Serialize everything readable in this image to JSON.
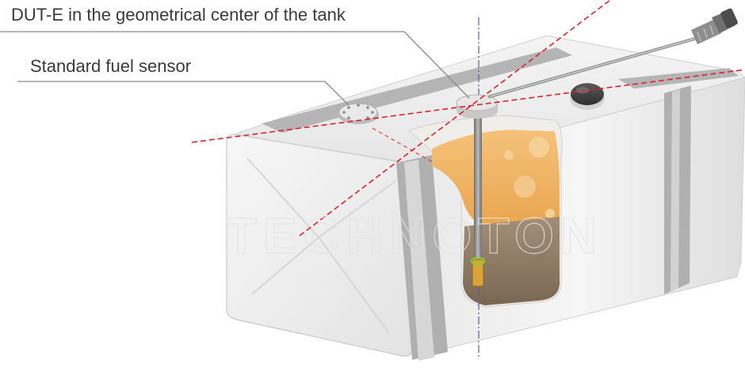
{
  "labels": {
    "dut_e": "DUT-E in the geometrical center of the tank",
    "standard_sensor": "Standard fuel sensor"
  },
  "watermark": "TECHNOTON",
  "colors": {
    "tank_light": "#f1f1f1",
    "tank_mid": "#dcdcdc",
    "tank_dark": "#c4c4c4",
    "strap": "#a9a9a9",
    "fuel_light": "#f3b96a",
    "fuel_dark": "#e8a248",
    "sludge": "#8d7a64",
    "axis_line": "#d9232e",
    "center_axis": "#5a5aa8",
    "leader": "#8a8a8a",
    "text": "#3a3a3a"
  }
}
